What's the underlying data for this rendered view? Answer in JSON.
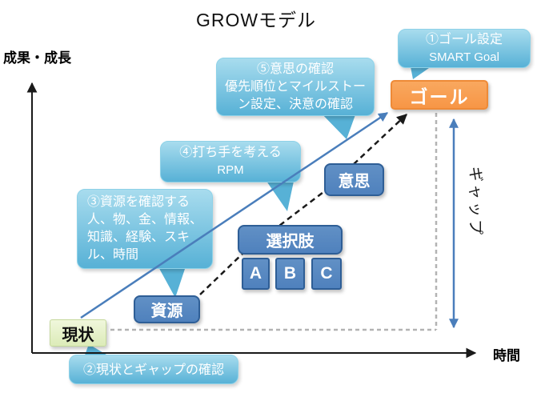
{
  "title": "GROWモデル",
  "axes": {
    "y_label": "成果・成長",
    "x_label": "時間"
  },
  "nodes": {
    "current": "現状",
    "resource": "資源",
    "options": "選択肢",
    "option_items": [
      "A",
      "B",
      "C"
    ],
    "will": "意思",
    "goal": "ゴール"
  },
  "gap_label": "ギャップ",
  "callouts": {
    "goal_setting": {
      "lines": [
        "①ゴール設定",
        "SMART Goal"
      ]
    },
    "current_gap": {
      "lines": [
        "②現状とギャップの確認"
      ]
    },
    "resource_check": {
      "lines": [
        "③資源を確認する",
        "人、物、金、情報、",
        "知識、経験、スキ",
        "ル、時間"
      ]
    },
    "options_think": {
      "lines": [
        "④打ち手を考える",
        "RPM"
      ]
    },
    "will_check": {
      "lines": [
        "⑤意思の確認",
        "優先順位とマイルストー",
        "ン設定、決意の確認"
      ]
    }
  },
  "colors": {
    "callout_top": "#a8dcee",
    "callout_bottom": "#57b1d6",
    "callout_border": "#8ed2e8",
    "node_blue": "#4f81bd",
    "node_blue_border": "#2e5e96",
    "goal_orange": "#f79646",
    "goal_orange_border": "#ee8a37",
    "current_green": "#dcebb8",
    "current_green_border": "#c5d89c",
    "line_blue": "#4a7ebb",
    "dashed_gray": "#b3b3b3",
    "axis_black": "#1a1a1a"
  }
}
